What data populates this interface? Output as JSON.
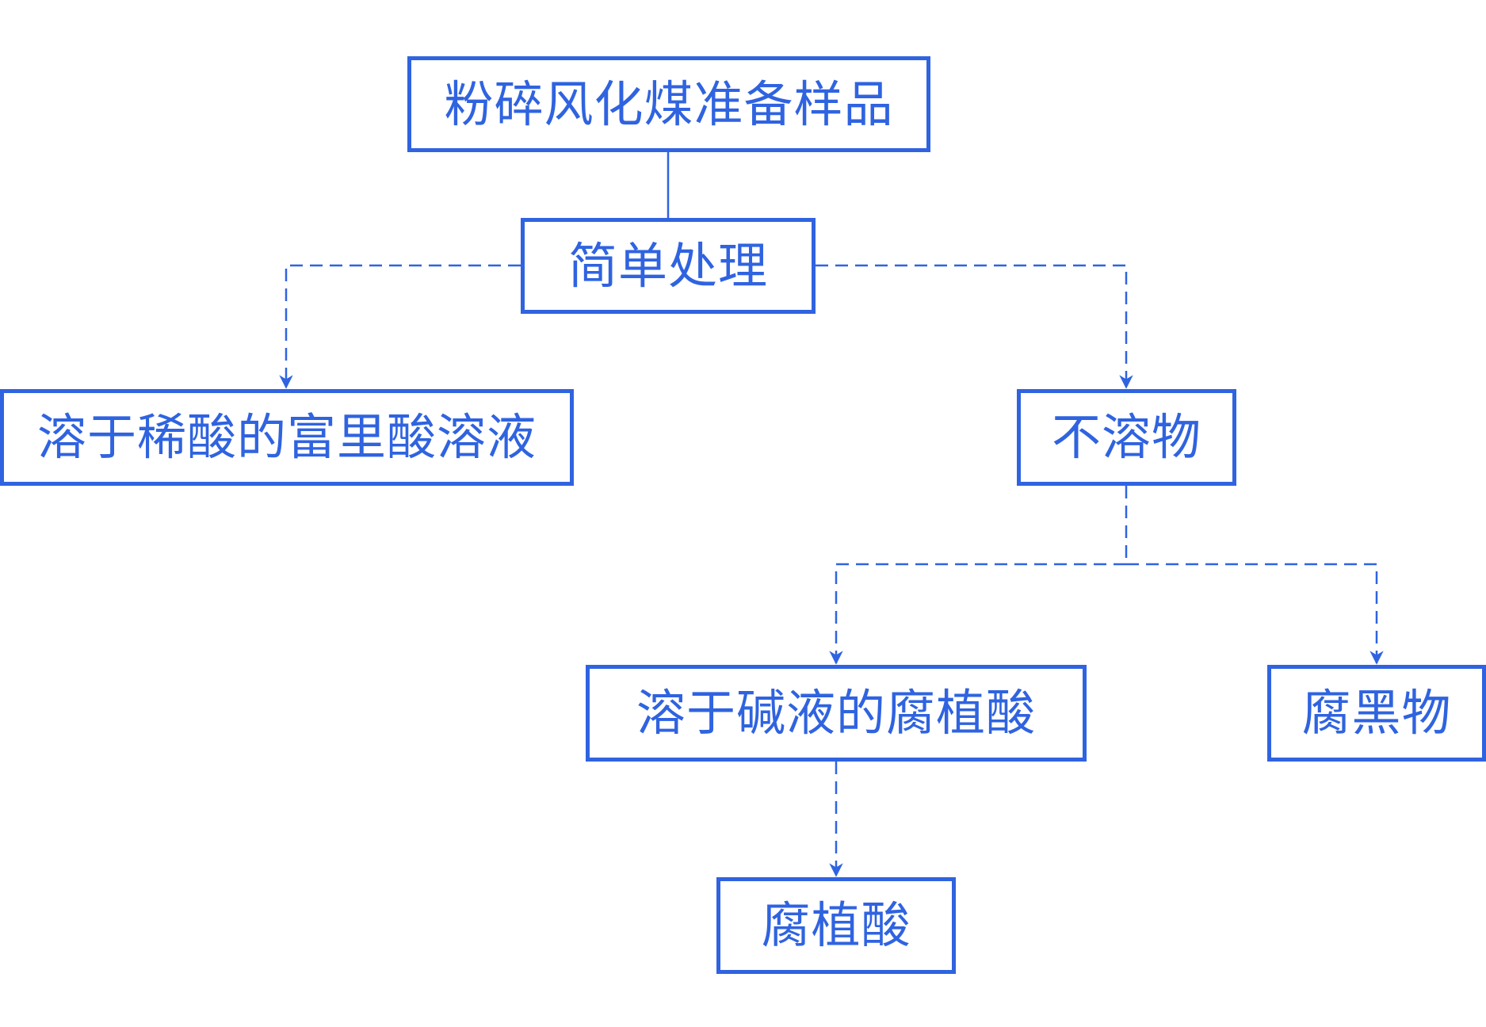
{
  "colors": {
    "accent": "#2f63e0",
    "background": "#ffffff"
  },
  "nodes": {
    "crush": "粉碎风化煤准备样品",
    "simple": "简单处理",
    "fulvic": "溶于稀酸的富里酸溶液",
    "insoluble": "不溶物",
    "alkali": "溶于碱液的腐植酸",
    "humin": "腐黑物",
    "humic": "腐植酸"
  },
  "edges": [
    {
      "from": "crush",
      "to": "simple",
      "style": "solid",
      "arrow": false
    },
    {
      "from": "simple",
      "to": "fulvic",
      "style": "dashed",
      "arrow": true
    },
    {
      "from": "simple",
      "to": "insoluble",
      "style": "dashed",
      "arrow": true
    },
    {
      "from": "insoluble",
      "to": "alkali",
      "style": "dashed",
      "arrow": true
    },
    {
      "from": "insoluble",
      "to": "humin",
      "style": "dashed",
      "arrow": true
    },
    {
      "from": "alkali",
      "to": "humic",
      "style": "dashed",
      "arrow": true
    }
  ]
}
